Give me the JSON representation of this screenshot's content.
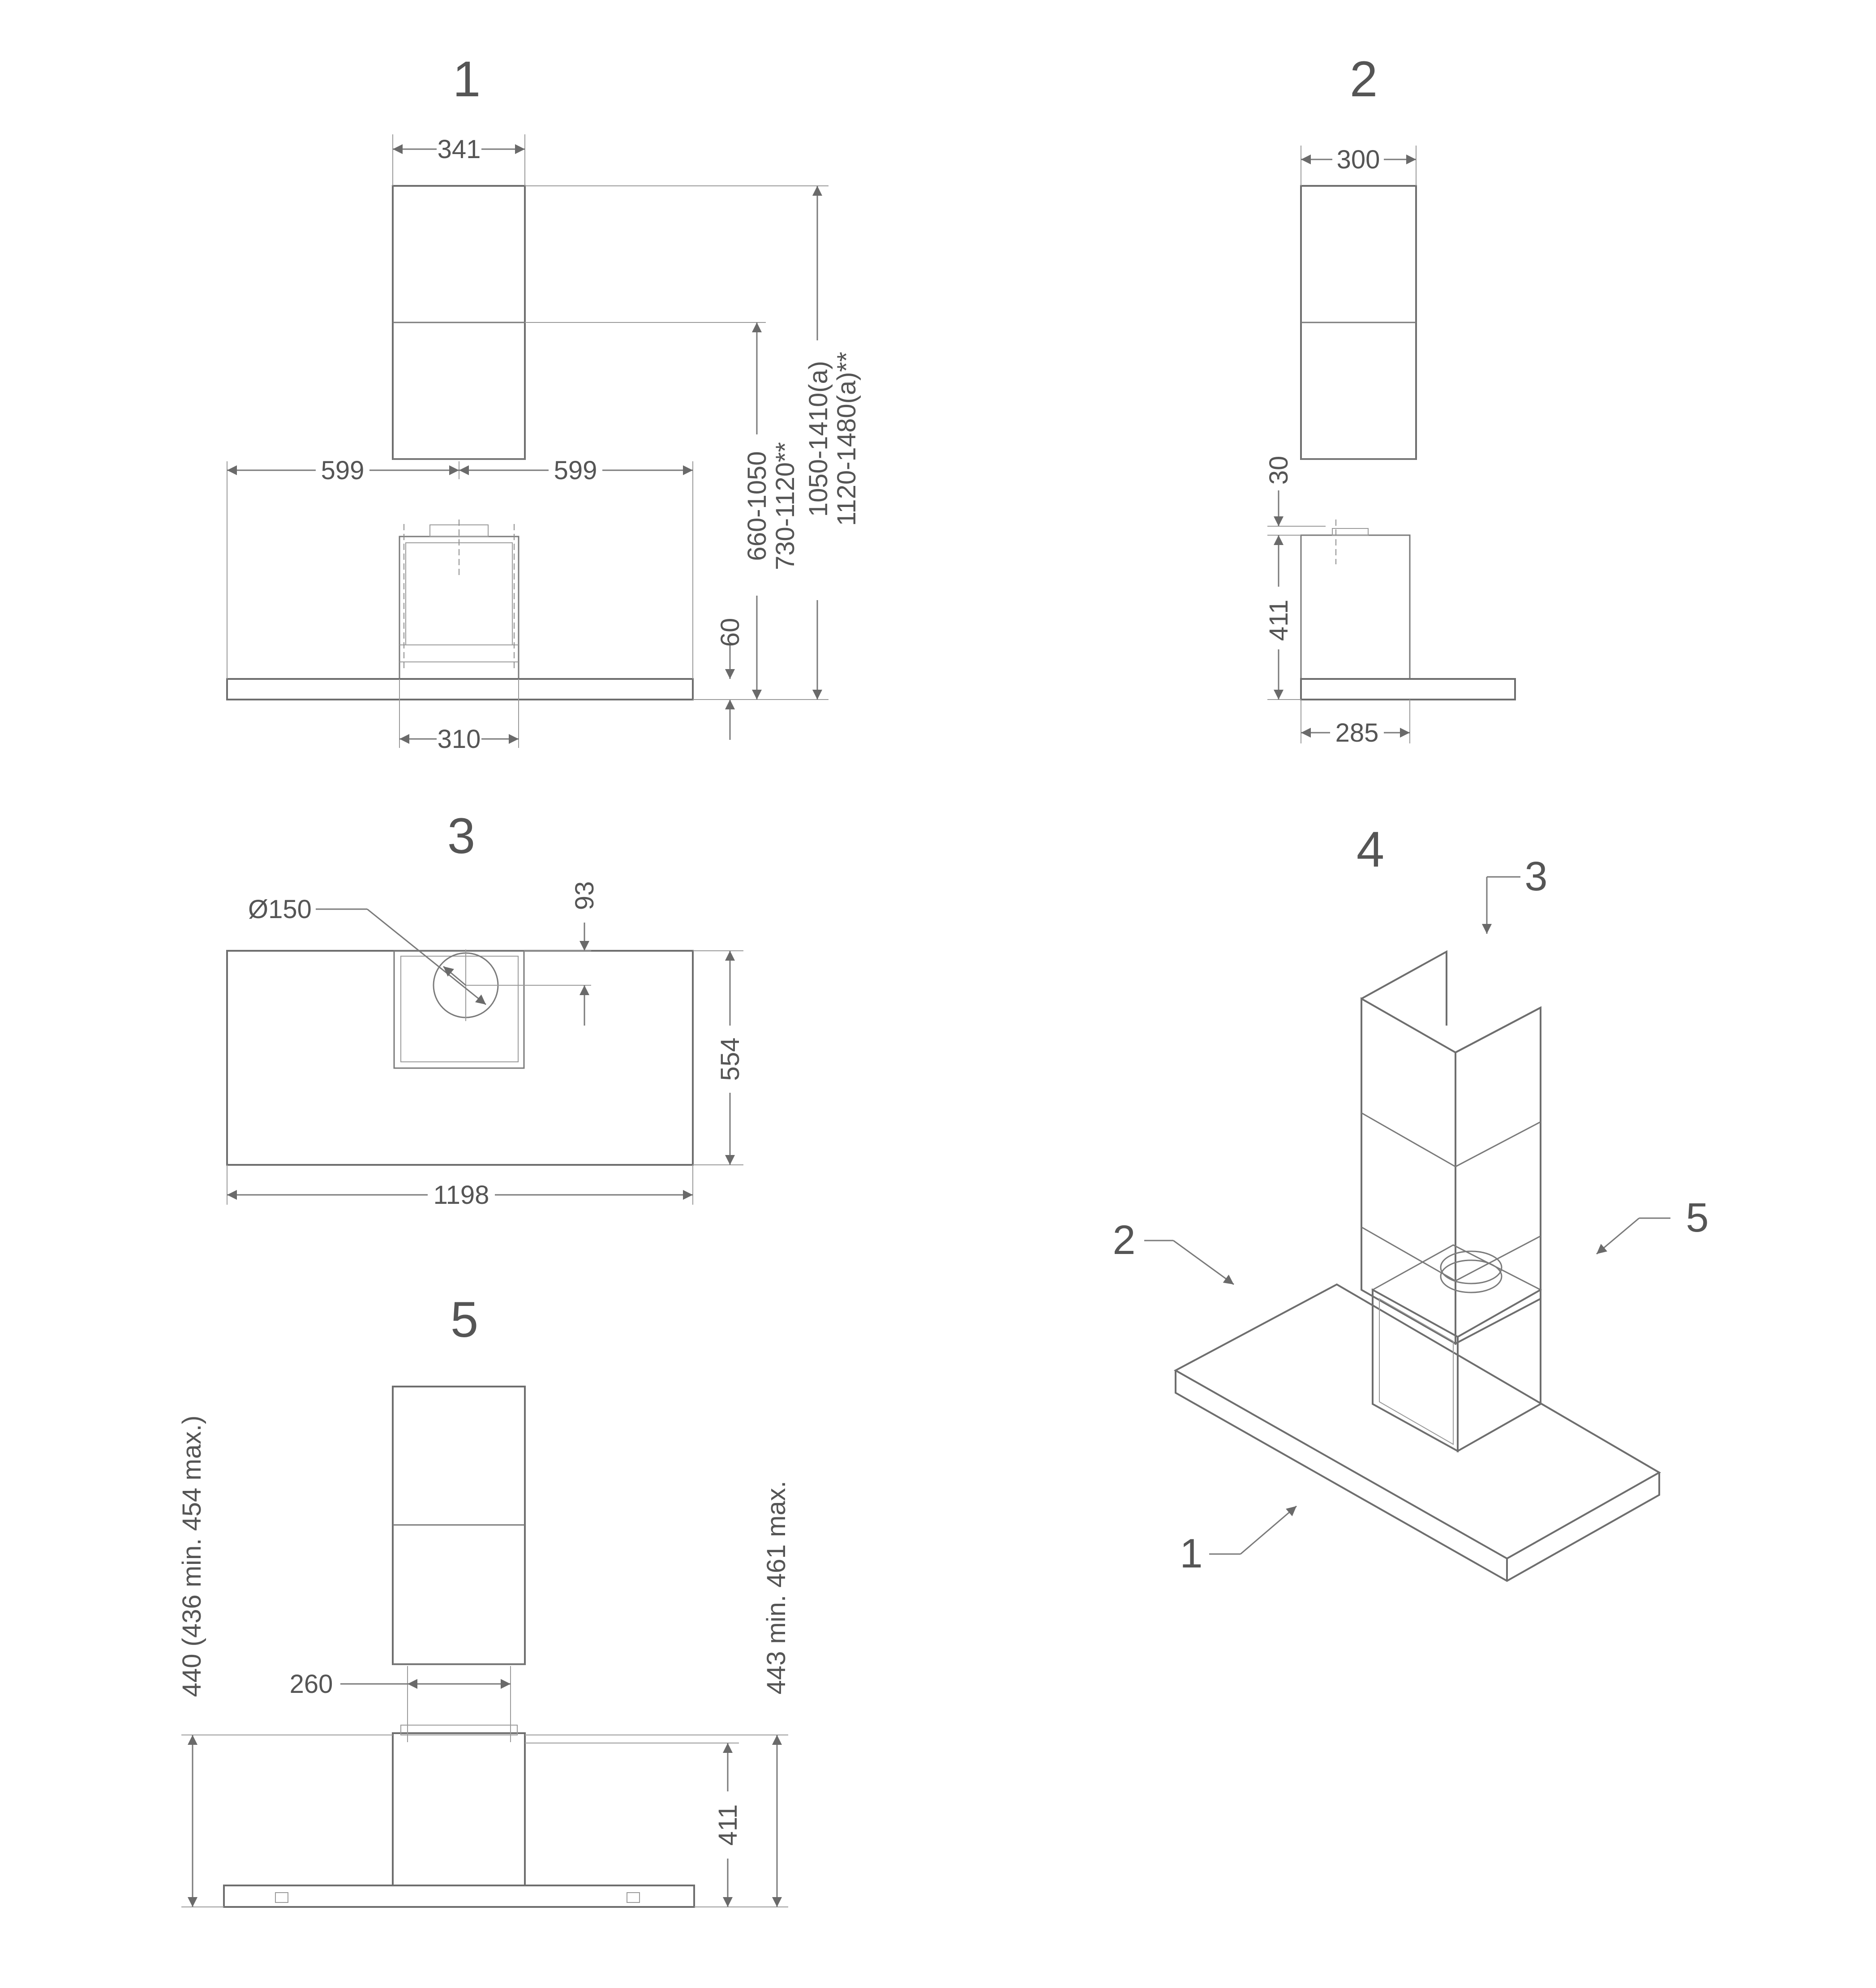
{
  "views": {
    "v1": {
      "label": "1",
      "dims": {
        "top_width": "341",
        "left_width": "599",
        "right_width": "599",
        "bottom_width": "310",
        "hood_height": "60",
        "chimney_a": "660-1050",
        "chimney_b": "730-1120**",
        "chimney_c": "1050-1410(a)",
        "chimney_d": "1120-1480(a)**"
      }
    },
    "v2": {
      "label": "2",
      "dims": {
        "top_width": "300",
        "gap": "30",
        "body_height": "411",
        "bottom_width": "285"
      }
    },
    "v3": {
      "label": "3",
      "dims": {
        "diameter": "Ø150",
        "offset": "93",
        "depth": "554",
        "width": "1198"
      }
    },
    "v4": {
      "label": "4",
      "callouts": [
        "1",
        "2",
        "3",
        "5"
      ]
    },
    "v5": {
      "label": "5",
      "dims": {
        "height_left": "440 (436 min. 454 max.)",
        "width": "260",
        "height_right": "443 min. 461 max.",
        "body_height": "411"
      }
    }
  },
  "colors": {
    "line": "#7a7a7a",
    "text": "#555555",
    "background": "#ffffff"
  }
}
